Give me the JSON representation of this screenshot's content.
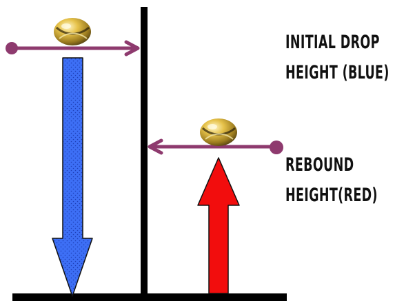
{
  "labels": {
    "initial_drop": {
      "line1": "Initial Drop",
      "line2": "height (blue)"
    },
    "rebound": {
      "line1": "Rebound",
      "line2": "Height(red)"
    }
  },
  "colors": {
    "background": "#ffffff",
    "pole": "#000000",
    "ground": "#000000",
    "pointer": "#8e3a6e",
    "drop_arrow": "#3d6ff5",
    "rebound_arrow": "#f20d0d",
    "ball": "#c9a233"
  },
  "icons": {
    "ball": "tennis-ball-icon"
  }
}
